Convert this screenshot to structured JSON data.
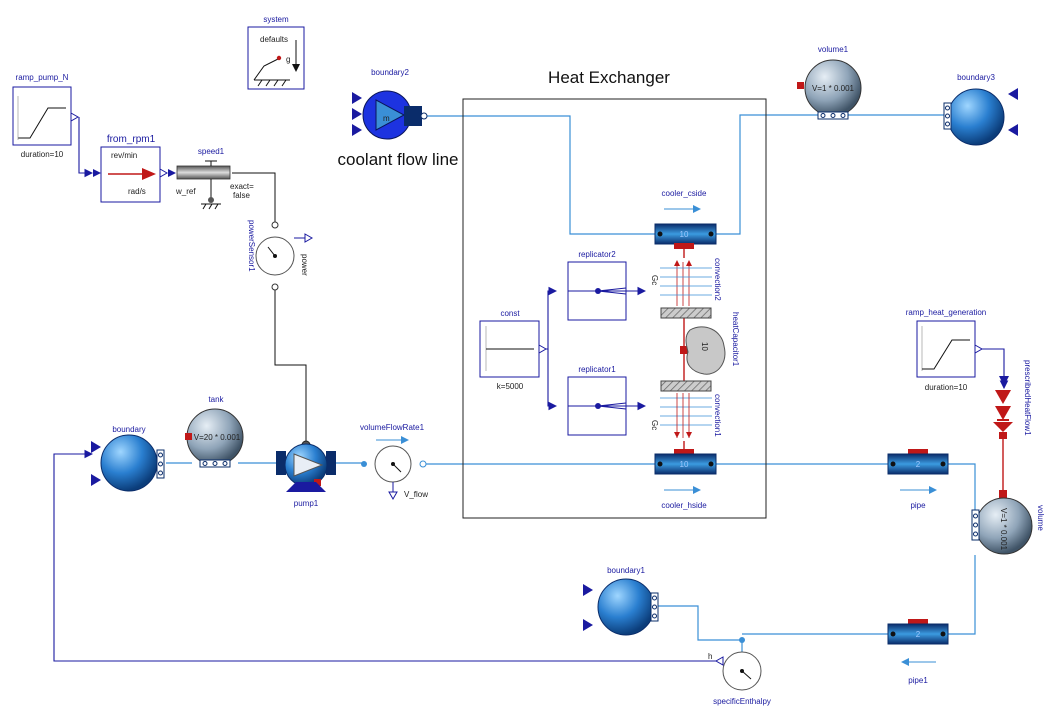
{
  "title": "Heat Exchanger",
  "annotation": "coolant flow line",
  "components": {
    "system": {
      "name": "system",
      "label1": "defaults",
      "label2": "g"
    },
    "ramp_pump": {
      "name": "ramp_pump_N",
      "param": "duration=10"
    },
    "from_rpm": {
      "name": "from_rpm1",
      "unit_in": "rev/min",
      "unit_out": "rad/s"
    },
    "speed": {
      "name": "speed1",
      "port": "w_ref",
      "param1": "exact=",
      "param2": "false"
    },
    "power_sensor": {
      "name": "powerSensor1",
      "output": "power"
    },
    "boundary2": {
      "name": "boundary2",
      "symbol": "m"
    },
    "volume1": {
      "name": "volume1",
      "param": "V=1 * 0.001"
    },
    "boundary3": {
      "name": "boundary3"
    },
    "cooler_cside": {
      "name": "cooler_cside",
      "n": "10"
    },
    "replicator2": {
      "name": "replicator2"
    },
    "replicator1": {
      "name": "replicator1"
    },
    "const": {
      "name": "const",
      "param": "k=5000"
    },
    "convection2": {
      "name": "convection2",
      "port": "Gc"
    },
    "convection1": {
      "name": "convection1",
      "port": "Gc"
    },
    "heat_capacitor": {
      "name": "heatCapacitor1",
      "n": "10"
    },
    "cooler_hside": {
      "name": "cooler_hside",
      "n": "10"
    },
    "ramp_heat": {
      "name": "ramp_heat_generation",
      "param": "duration=10"
    },
    "heat_flow": {
      "name": "prescribedHeatFlow1"
    },
    "boundary": {
      "name": "boundary"
    },
    "tank": {
      "name": "tank",
      "param": "V=20 * 0.001"
    },
    "pump": {
      "name": "pump1"
    },
    "vfr": {
      "name": "volumeFlowRate1",
      "output": "V_flow"
    },
    "pipe": {
      "name": "pipe",
      "n": "2"
    },
    "volume": {
      "name": "volume",
      "param": "V=1 * 0.001"
    },
    "boundary1": {
      "name": "boundary1"
    },
    "pipe1": {
      "name": "pipe1",
      "n": "2"
    },
    "spec_enthalpy": {
      "name": "specificEnthalpy",
      "output": "h"
    }
  },
  "colors": {
    "fluid_wire": "#3a8fd6",
    "signal": "#1a1aa0",
    "heat": "#c01818",
    "mechanical": "#111111"
  }
}
